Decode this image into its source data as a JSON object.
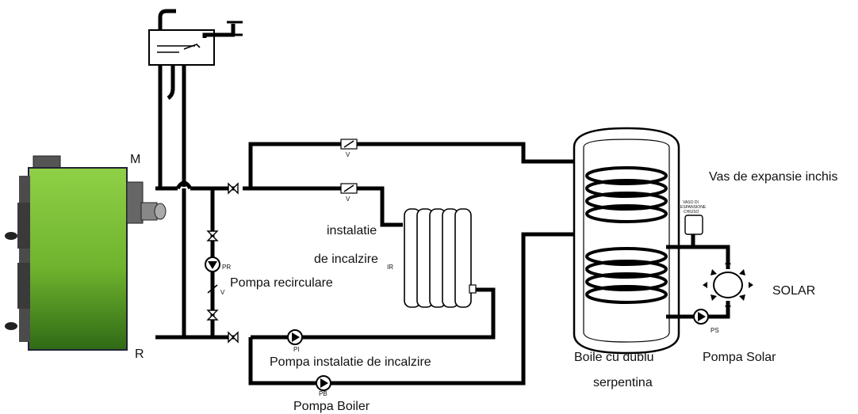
{
  "labels": {
    "flow": "M",
    "return": "R",
    "valve_v": "V",
    "pr_code": "PR",
    "pi_code": "PI",
    "pb_code": "PB",
    "ps_code": "PS",
    "ir_code": "IR",
    "pump_recirc": "Pompa recirculare",
    "installation_line1": "instalatie",
    "installation_line2": "de incalzire",
    "pump_heating": "Pompa instalatie de incalzire",
    "pump_boiler": "Pompa Boiler",
    "boiler_line1": "Boile cu dublu",
    "boiler_line2": "serpentina",
    "expansion_vessel": "Vas de expansie inchis",
    "vessel_tag_line1": "VASO DI",
    "vessel_tag_line2": "ESPANSIONE",
    "vessel_tag_line3": "CHIUSO",
    "solar": "SOLAR",
    "pump_solar": "Pompa Solar"
  },
  "colors": {
    "boiler_green": "#7fc23a",
    "boiler_green_dark": "#3e7d1e",
    "pipe": "#000000"
  }
}
